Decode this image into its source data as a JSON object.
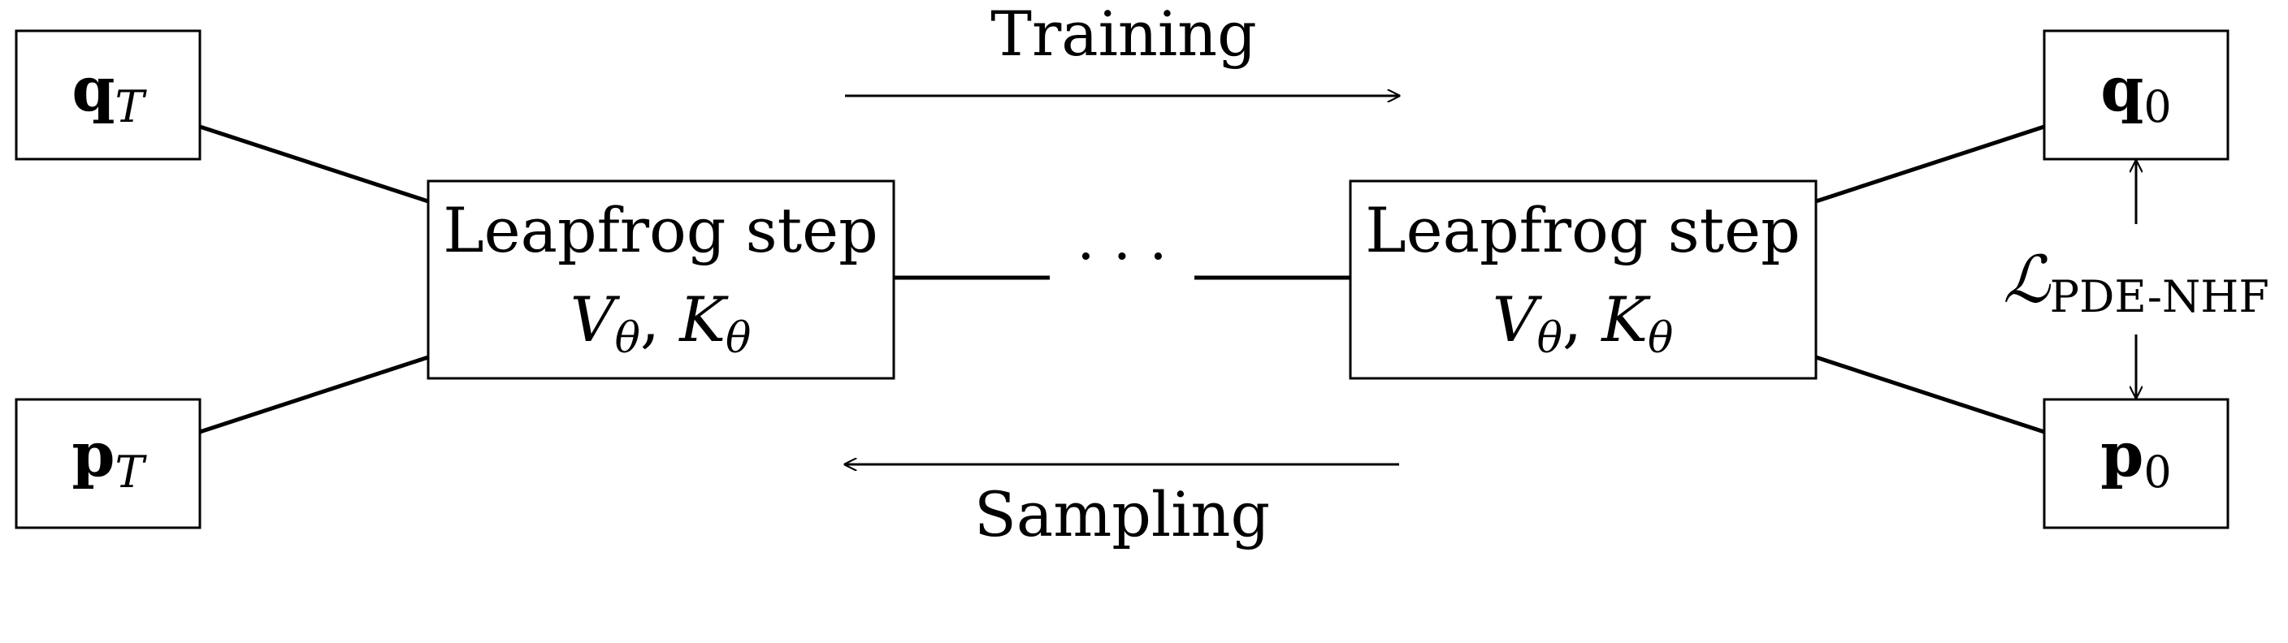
{
  "diagram": {
    "inputs": {
      "qT": {
        "base": "q",
        "sub": "T"
      },
      "pT": {
        "base": "p",
        "sub": "T"
      }
    },
    "outputs": {
      "q0": {
        "base": "q",
        "sub": "0"
      },
      "p0": {
        "base": "p",
        "sub": "0"
      }
    },
    "steps": [
      {
        "title": "Leapfrog step",
        "params": {
          "v": "V",
          "k": "K",
          "sub": "θ"
        }
      },
      {
        "title": "Leapfrog step",
        "params": {
          "v": "V",
          "k": "K",
          "sub": "θ"
        }
      }
    ],
    "ellipsis": "· · ·",
    "top_arrow_label": "Training",
    "bottom_arrow_label": "Sampling",
    "loss": {
      "symbol": "ℒ",
      "sub": "PDE-NHF"
    }
  }
}
